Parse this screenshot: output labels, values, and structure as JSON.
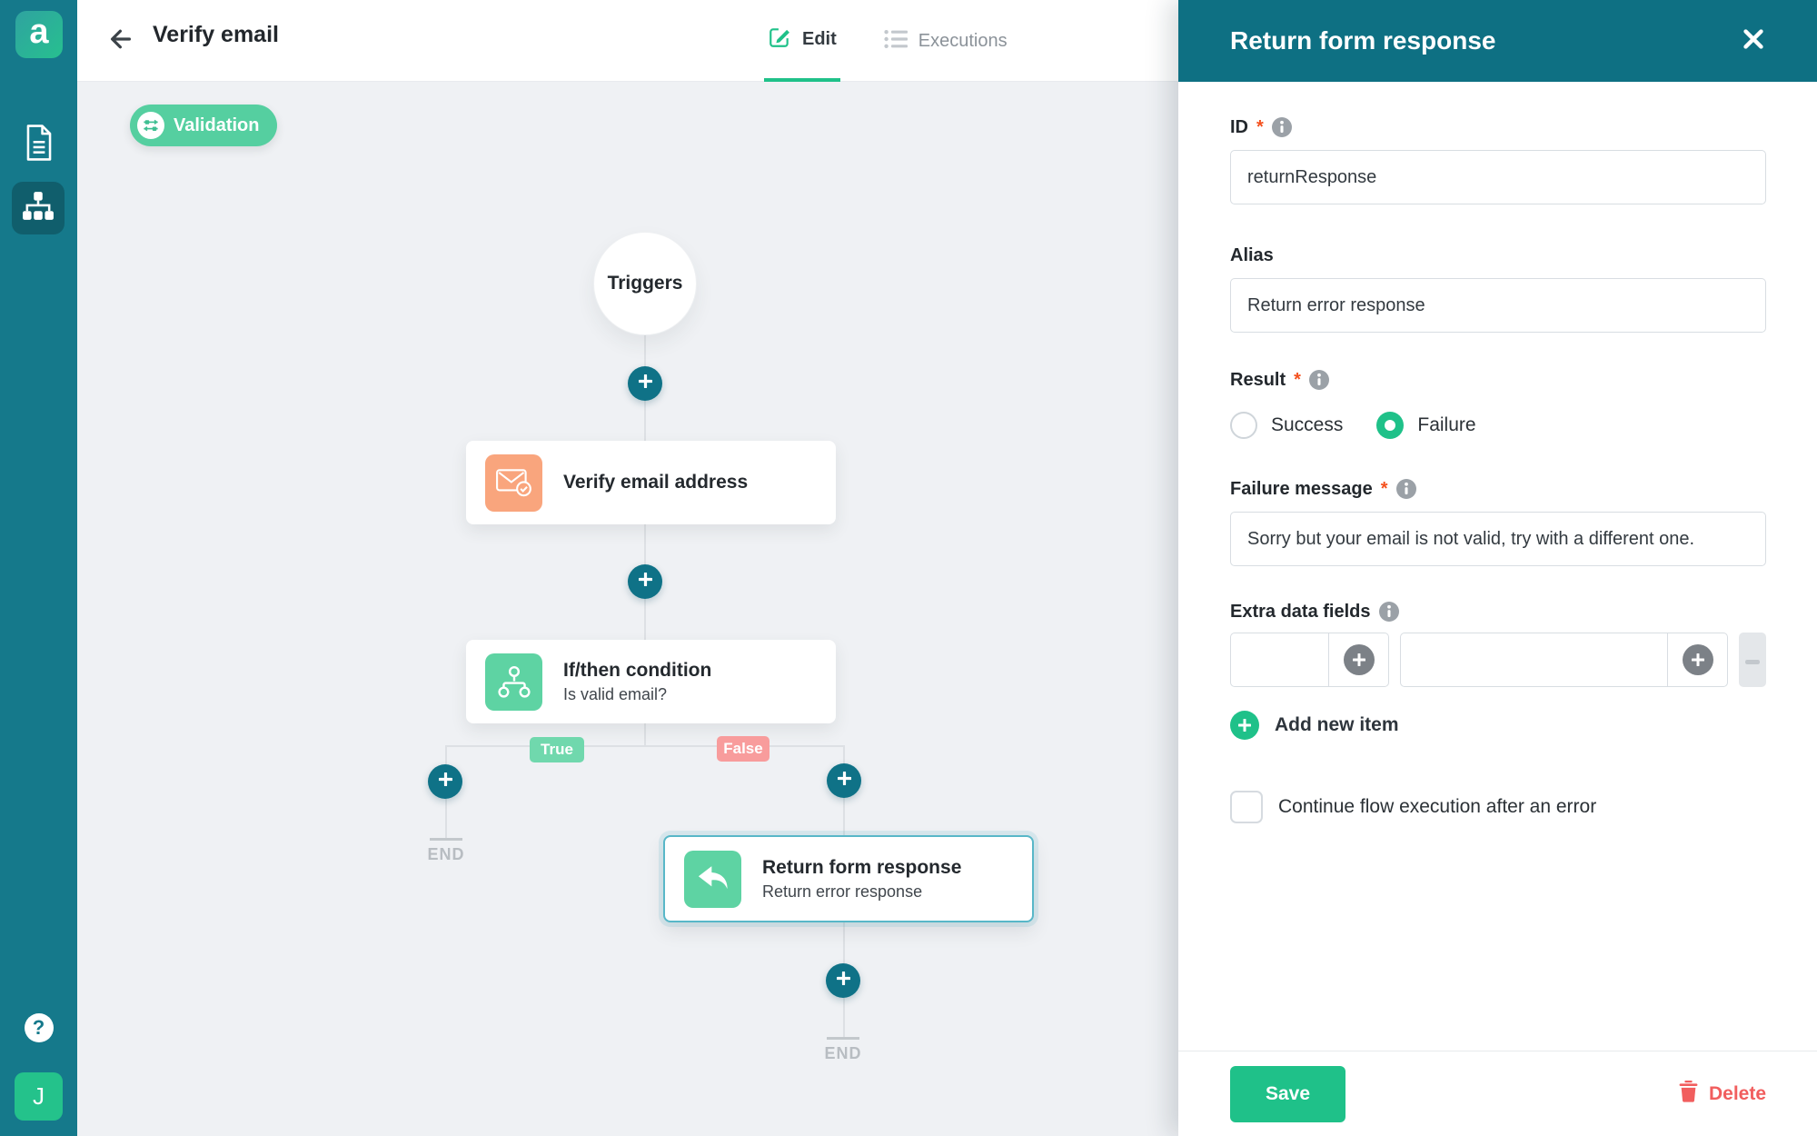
{
  "app": {
    "logo_letter": "a",
    "avatar_letter": "J",
    "help_glyph": "?"
  },
  "toolbar": {
    "title": "Verify email",
    "tabs": {
      "edit": "Edit",
      "executions": "Executions"
    }
  },
  "canvas": {
    "badge_label": "Validation",
    "trigger_label": "Triggers",
    "verify_node": {
      "title": "Verify email address"
    },
    "ifthen_node": {
      "title": "If/then condition",
      "subtitle": "Is valid email?"
    },
    "return_node": {
      "title": "Return form response",
      "subtitle": "Return error response"
    },
    "branch_true": "True",
    "branch_false": "False",
    "end_label_left": "END",
    "end_label_right": "END"
  },
  "panel": {
    "title": "Return form response",
    "fields": {
      "id": {
        "label": "ID",
        "value": "returnResponse"
      },
      "alias": {
        "label": "Alias",
        "value": "Return error response"
      },
      "result": {
        "label": "Result",
        "options": [
          "Success",
          "Failure"
        ],
        "selected": "Failure"
      },
      "failure_message": {
        "label": "Failure message",
        "value": "Sorry but your email is not valid, try with a different one."
      },
      "extra": {
        "label": "Extra data fields",
        "key_value": "",
        "value_value": ""
      },
      "add_item_label": "Add new item",
      "continue_label": "Continue flow execution after an error"
    },
    "footer": {
      "save": "Save",
      "delete": "Delete"
    }
  },
  "colors": {
    "teal_sidebar": "#15798b",
    "teal_header": "#0e7083",
    "teal_node": "#0f7287",
    "green_accent": "#1fc189",
    "green_icon": "#5ed3a3",
    "badge_green": "#55cfa0",
    "orange_icon": "#f9a57d",
    "false_red": "#f89c9c",
    "delete_red": "#f15e5e",
    "selected_border": "#58b7c8",
    "canvas_bg": "#eff1f4"
  }
}
